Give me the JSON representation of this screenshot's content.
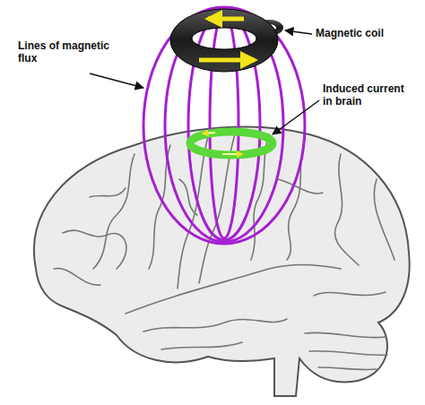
{
  "diagram": {
    "labels": [
      "Lines of magnetic flux",
      "Magnetic coil",
      "Induced current in brain"
    ]
  }
}
